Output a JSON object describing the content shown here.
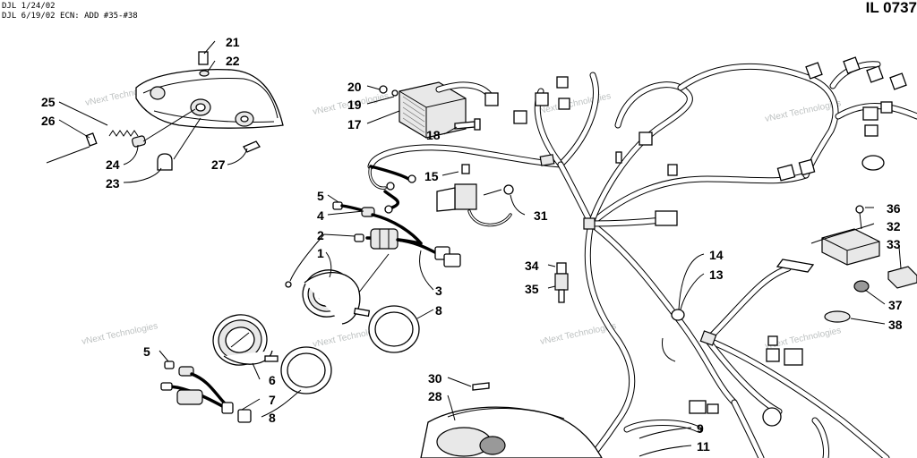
{
  "header": {
    "note_1": "DJL 1/24/02",
    "note_2": "DJL 6/19/02 ECN: ADD #35-#38",
    "doc_id": "IL 0737"
  },
  "watermark": "vNext Technologies",
  "callouts": {
    "c1": "1",
    "c2": "2",
    "c3": "3",
    "c4": "4",
    "c5a": "5",
    "c5b": "5",
    "c6": "6",
    "c7": "7",
    "c8a": "8",
    "c8b": "8",
    "c9": "9",
    "c11": "11",
    "c13": "13",
    "c14": "14",
    "c15": "15",
    "c17": "17",
    "c18": "18",
    "c19": "19",
    "c20": "20",
    "c21": "21",
    "c22": "22",
    "c23": "23",
    "c24": "24",
    "c25": "25",
    "c26": "26",
    "c27": "27",
    "c28": "28",
    "c30": "30",
    "c31": "31",
    "c32": "32",
    "c33": "33",
    "c34": "34",
    "c35": "35",
    "c36": "36",
    "c37": "37",
    "c38": "38"
  }
}
